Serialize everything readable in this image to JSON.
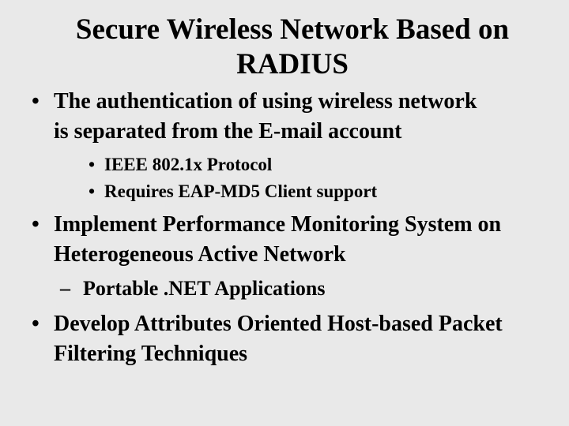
{
  "slide": {
    "title": "Secure Wireless Network Based on RADIUS",
    "bullets": [
      {
        "level": 1,
        "marker": "•",
        "text": "The authentication of using wireless network is separated from the E-mail account"
      },
      {
        "level": 2,
        "marker": "•",
        "text": "IEEE 802.1x Protocol"
      },
      {
        "level": 2,
        "marker": "•",
        "text": "Requires EAP-MD5 Client support"
      },
      {
        "level": 1,
        "marker": "•",
        "text": "Implement Performance Monitoring System on Heterogeneous Active Network"
      },
      {
        "level": 2,
        "marker": "–",
        "text": "Portable .NET Applications"
      },
      {
        "level": 1,
        "marker": "•",
        "text": "Develop Attributes Oriented Host-based Packet Filtering Techniques"
      }
    ],
    "colors": {
      "background": "#e9e9e9",
      "text": "#000000"
    }
  }
}
